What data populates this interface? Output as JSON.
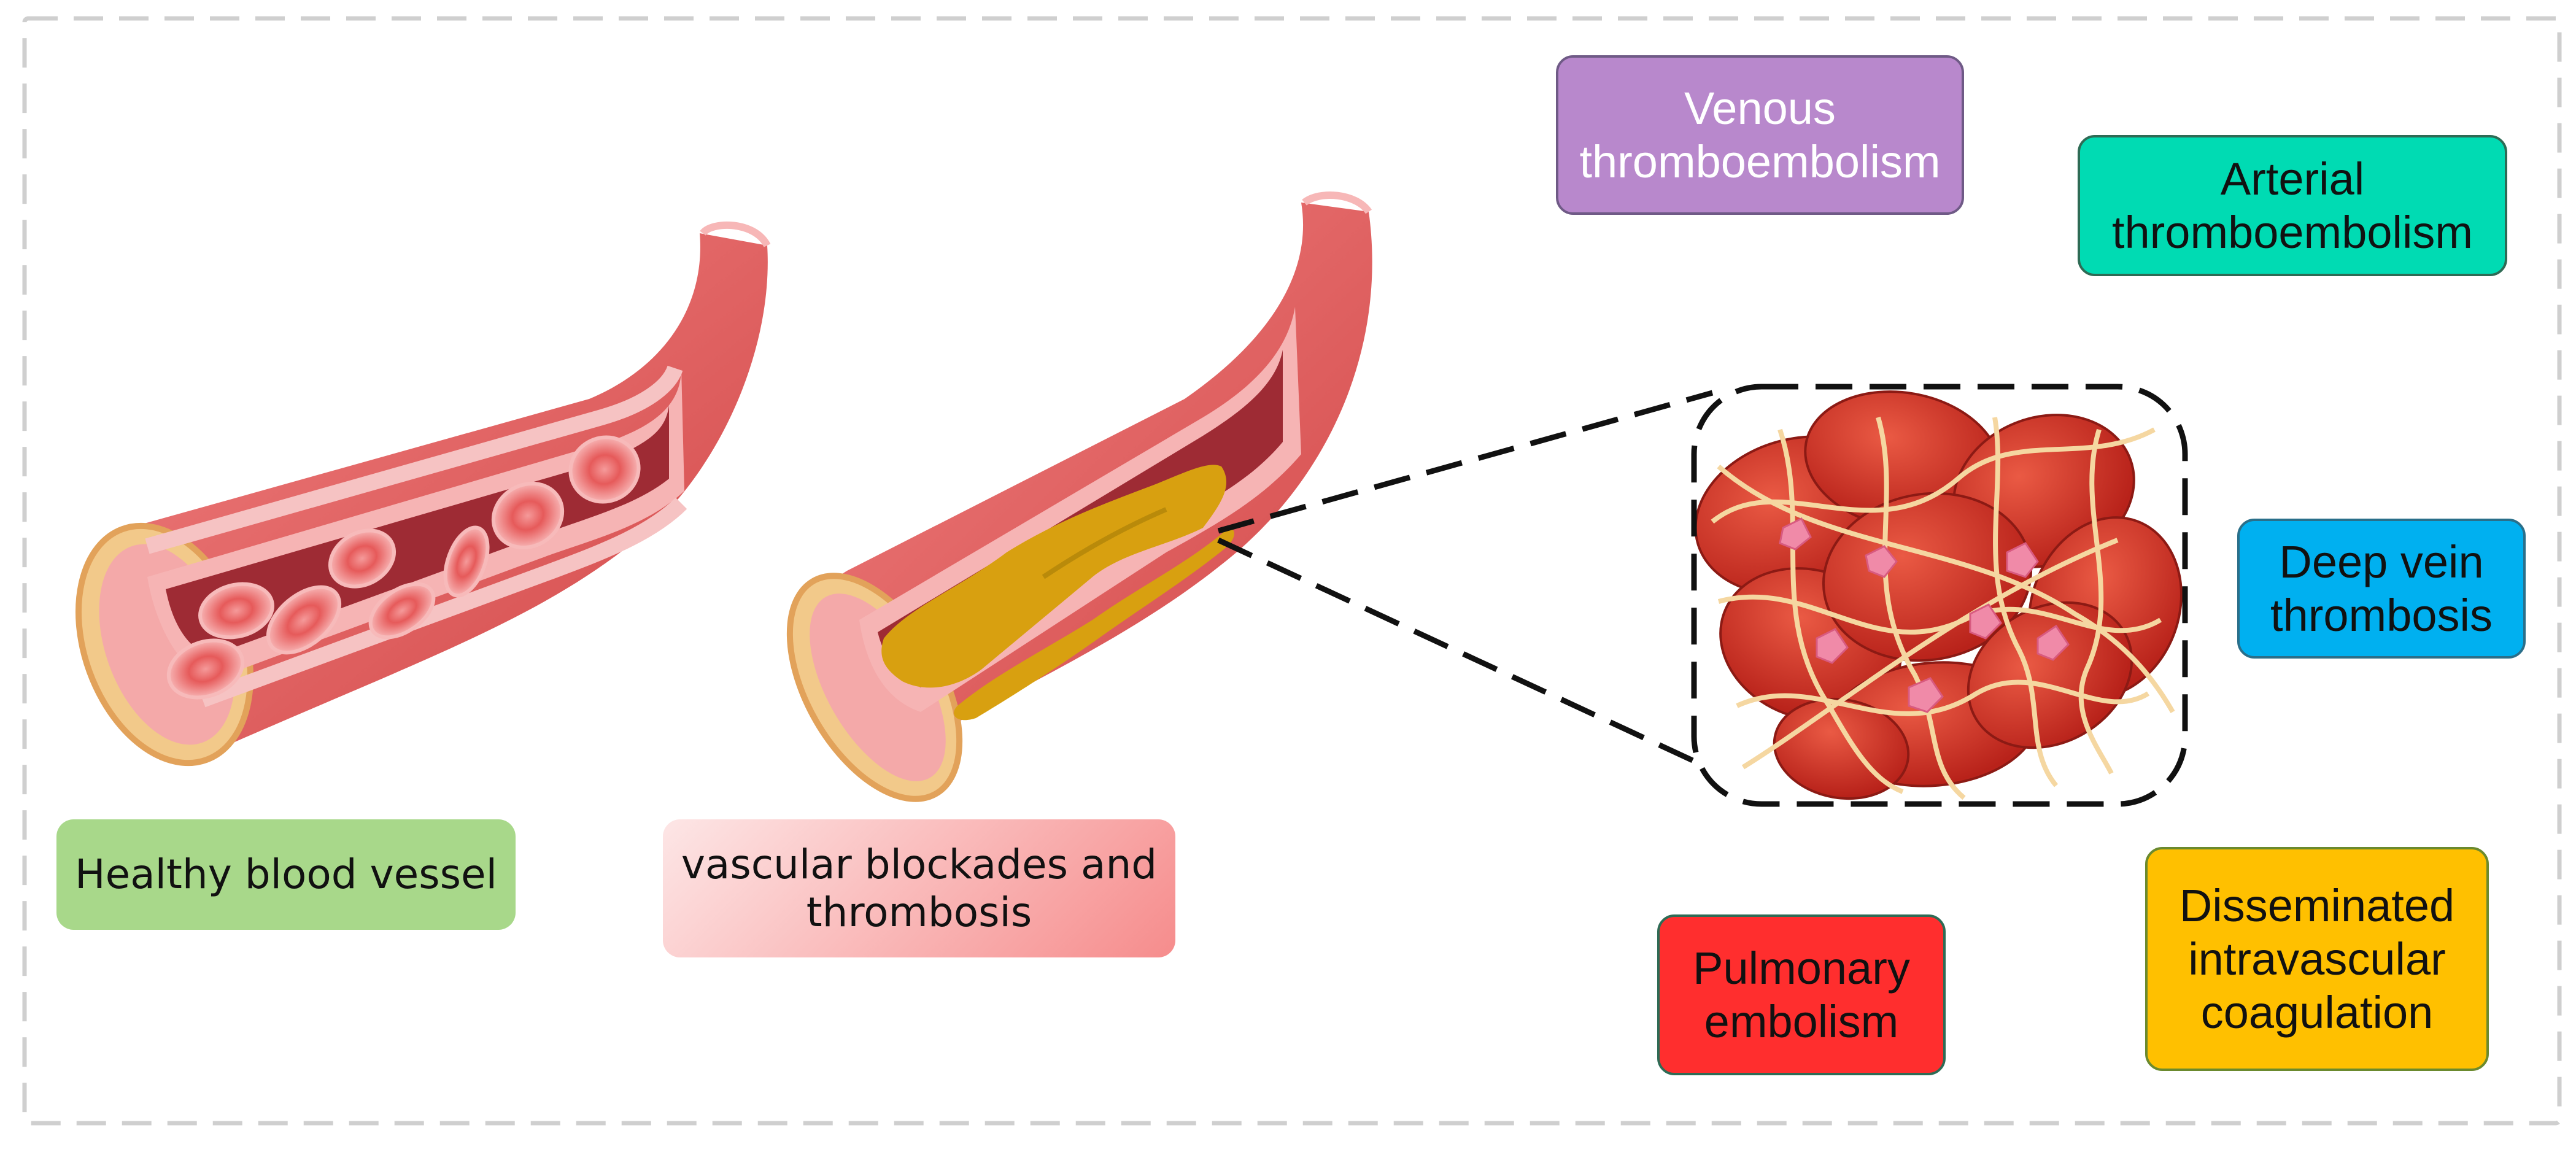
{
  "labels": {
    "healthy": "Healthy blood vessel",
    "blocked": "vascular blockades and\nthrombosis"
  },
  "diseases": {
    "venous": "Venous\nthromboembolism",
    "arterial": "Arterial\nthromboembolism",
    "dvt": "Deep vein\nthrombosis",
    "pulmonary": "Pulmonary\nembolism",
    "dic": "Disseminated\nintravascular\ncoagulation"
  },
  "colors": {
    "healthy_box": "#a8d88a",
    "blocked_box": "#f8b0b0",
    "venous_box": "#b888cc",
    "arterial_box": "#00dbb3",
    "dvt_box": "#00b0f0",
    "pulmonary_box": "#ff2e2e",
    "dic_box": "#ffc000",
    "vessel_outer": "#e05a5a",
    "vessel_lumen": "#9e2b34",
    "rbc": "#ef6a6a",
    "clot": "#d8a010",
    "fibrin": "#f5d7a1"
  }
}
